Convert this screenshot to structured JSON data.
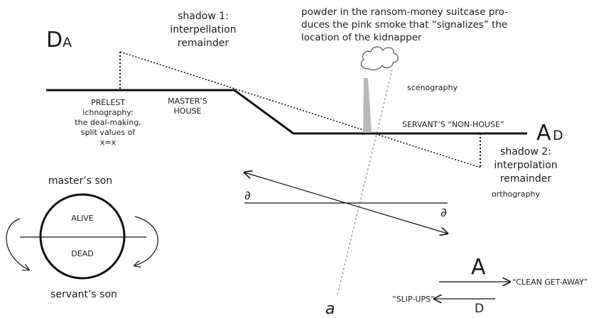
{
  "big_letters": {
    "da_main": "D",
    "da_sub": "A",
    "ad_main": "A",
    "ad_sub": "D",
    "arrow_a": "A",
    "arrow_d": "D",
    "axis_alpha": "a"
  },
  "annotations": {
    "shadow1": [
      "shadow 1:",
      "interpellation",
      "remainder"
    ],
    "powder": [
      "powder in the ransom-money suitcase pro-",
      "duces the pink smoke that “signalizes” the",
      "location of the kidnapper"
    ],
    "scenography": "scenography",
    "prelest": [
      "PRELEST",
      "ichnography:",
      "the deal-making,",
      "split values of",
      "x=x"
    ],
    "masters_house": [
      "MASTER’S",
      "HOUSE"
    ],
    "servants_nonhouse": "SERVANT’S “NON-HOUSE”",
    "shadow2": [
      "shadow 2:",
      "interpolation",
      "remainder"
    ],
    "orthography": "orthography",
    "partial_left": "∂",
    "partial_right": "∂"
  },
  "circle": {
    "top_caption": "master’s son",
    "upper": "ALIVE",
    "lower": "DEAD",
    "bottom_caption": "servant’s son"
  },
  "legend": {
    "right_label": "“CLEAN GET-AWAY”",
    "left_label": "“SLIP-UPS”"
  }
}
